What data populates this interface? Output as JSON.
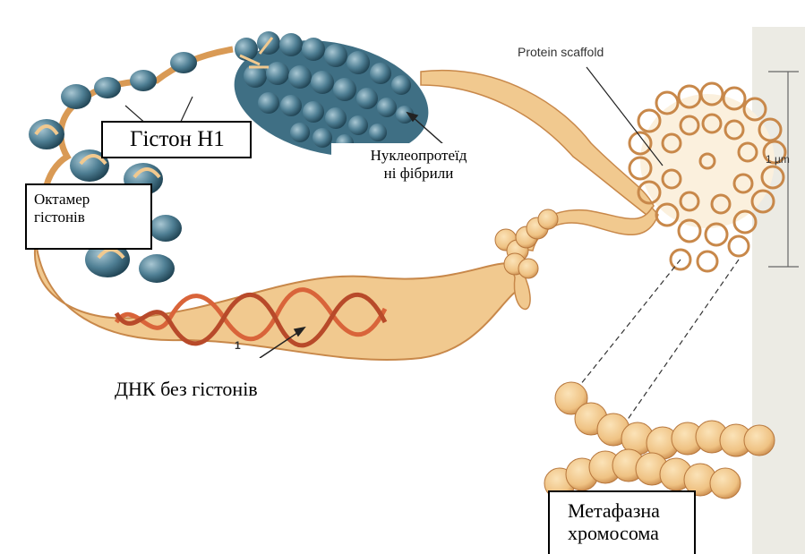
{
  "labels": {
    "histone_h1": "Гістон H1",
    "nucleoprotein_line1": "Нуклеопротеїд",
    "nucleoprotein_line2": "ні фібрили",
    "octamer_line1": "Октамер",
    "octamer_line2": "гістонів",
    "dna_without_histones": "ДНК без гістонів",
    "metaphase_line1": "Метафазна",
    "metaphase_line2": "хромосома",
    "protein_scaffold": "Protein scaffold",
    "scale_1um": "1 µm",
    "dna_arrow_number": "1"
  },
  "colors": {
    "fiber": "#f1c98f",
    "fiber_edge": "#c8884a",
    "nucleosome": "#4f7f94",
    "nucleosome_dark": "#2c5568",
    "dna_helix": "#d9643a",
    "background": "#ffffff"
  }
}
